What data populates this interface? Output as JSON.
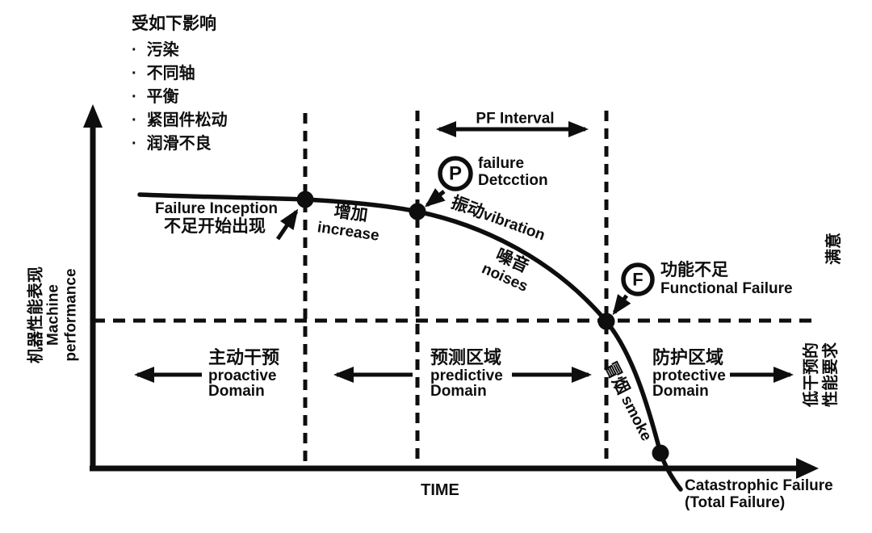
{
  "colors": {
    "ink": "#0e0e0e",
    "background": "#ffffff"
  },
  "influences": {
    "title": "受如下影响",
    "items": [
      "污染",
      "不同轴",
      "平衡",
      "紧固件松动",
      "润滑不良"
    ]
  },
  "y_axis": {
    "label_zh": "机器性能表现",
    "label_en_1": "Machine",
    "label_en_2": "performance"
  },
  "x_axis": {
    "label": "TIME"
  },
  "curve": {
    "failure_inception": {
      "en": "Failure Inception",
      "zh": "不足开始出现"
    },
    "increase": {
      "zh": "增加",
      "en": "increase"
    },
    "pf_interval": {
      "label": "PF Interval"
    },
    "p_point": {
      "letter": "P",
      "label_line1": "failure",
      "label_line2": "Detcction"
    },
    "vibration": {
      "zh": "振动",
      "en": "vibration"
    },
    "noises": {
      "zh": "噪音",
      "en": "noises"
    },
    "f_point": {
      "letter": "F",
      "zh": "功能不足",
      "en": "Functional Failure"
    },
    "smoke": {
      "zh": "冒烟",
      "en": "smoke"
    },
    "catastrophic": {
      "line1": "Catastrophic Failure",
      "line2": "(Total Failure)"
    }
  },
  "domains": [
    {
      "zh": "主动干预",
      "en1": "proactive",
      "en2": "Domain"
    },
    {
      "zh": "预测区域",
      "en1": "predictive",
      "en2": "Domain"
    },
    {
      "zh": "防护区域",
      "en1": "protective",
      "en2": "Domain"
    }
  ],
  "right_labels": {
    "satisfied": "满意",
    "requirement_line1": "低干预的",
    "requirement_line2": "性能要求"
  }
}
